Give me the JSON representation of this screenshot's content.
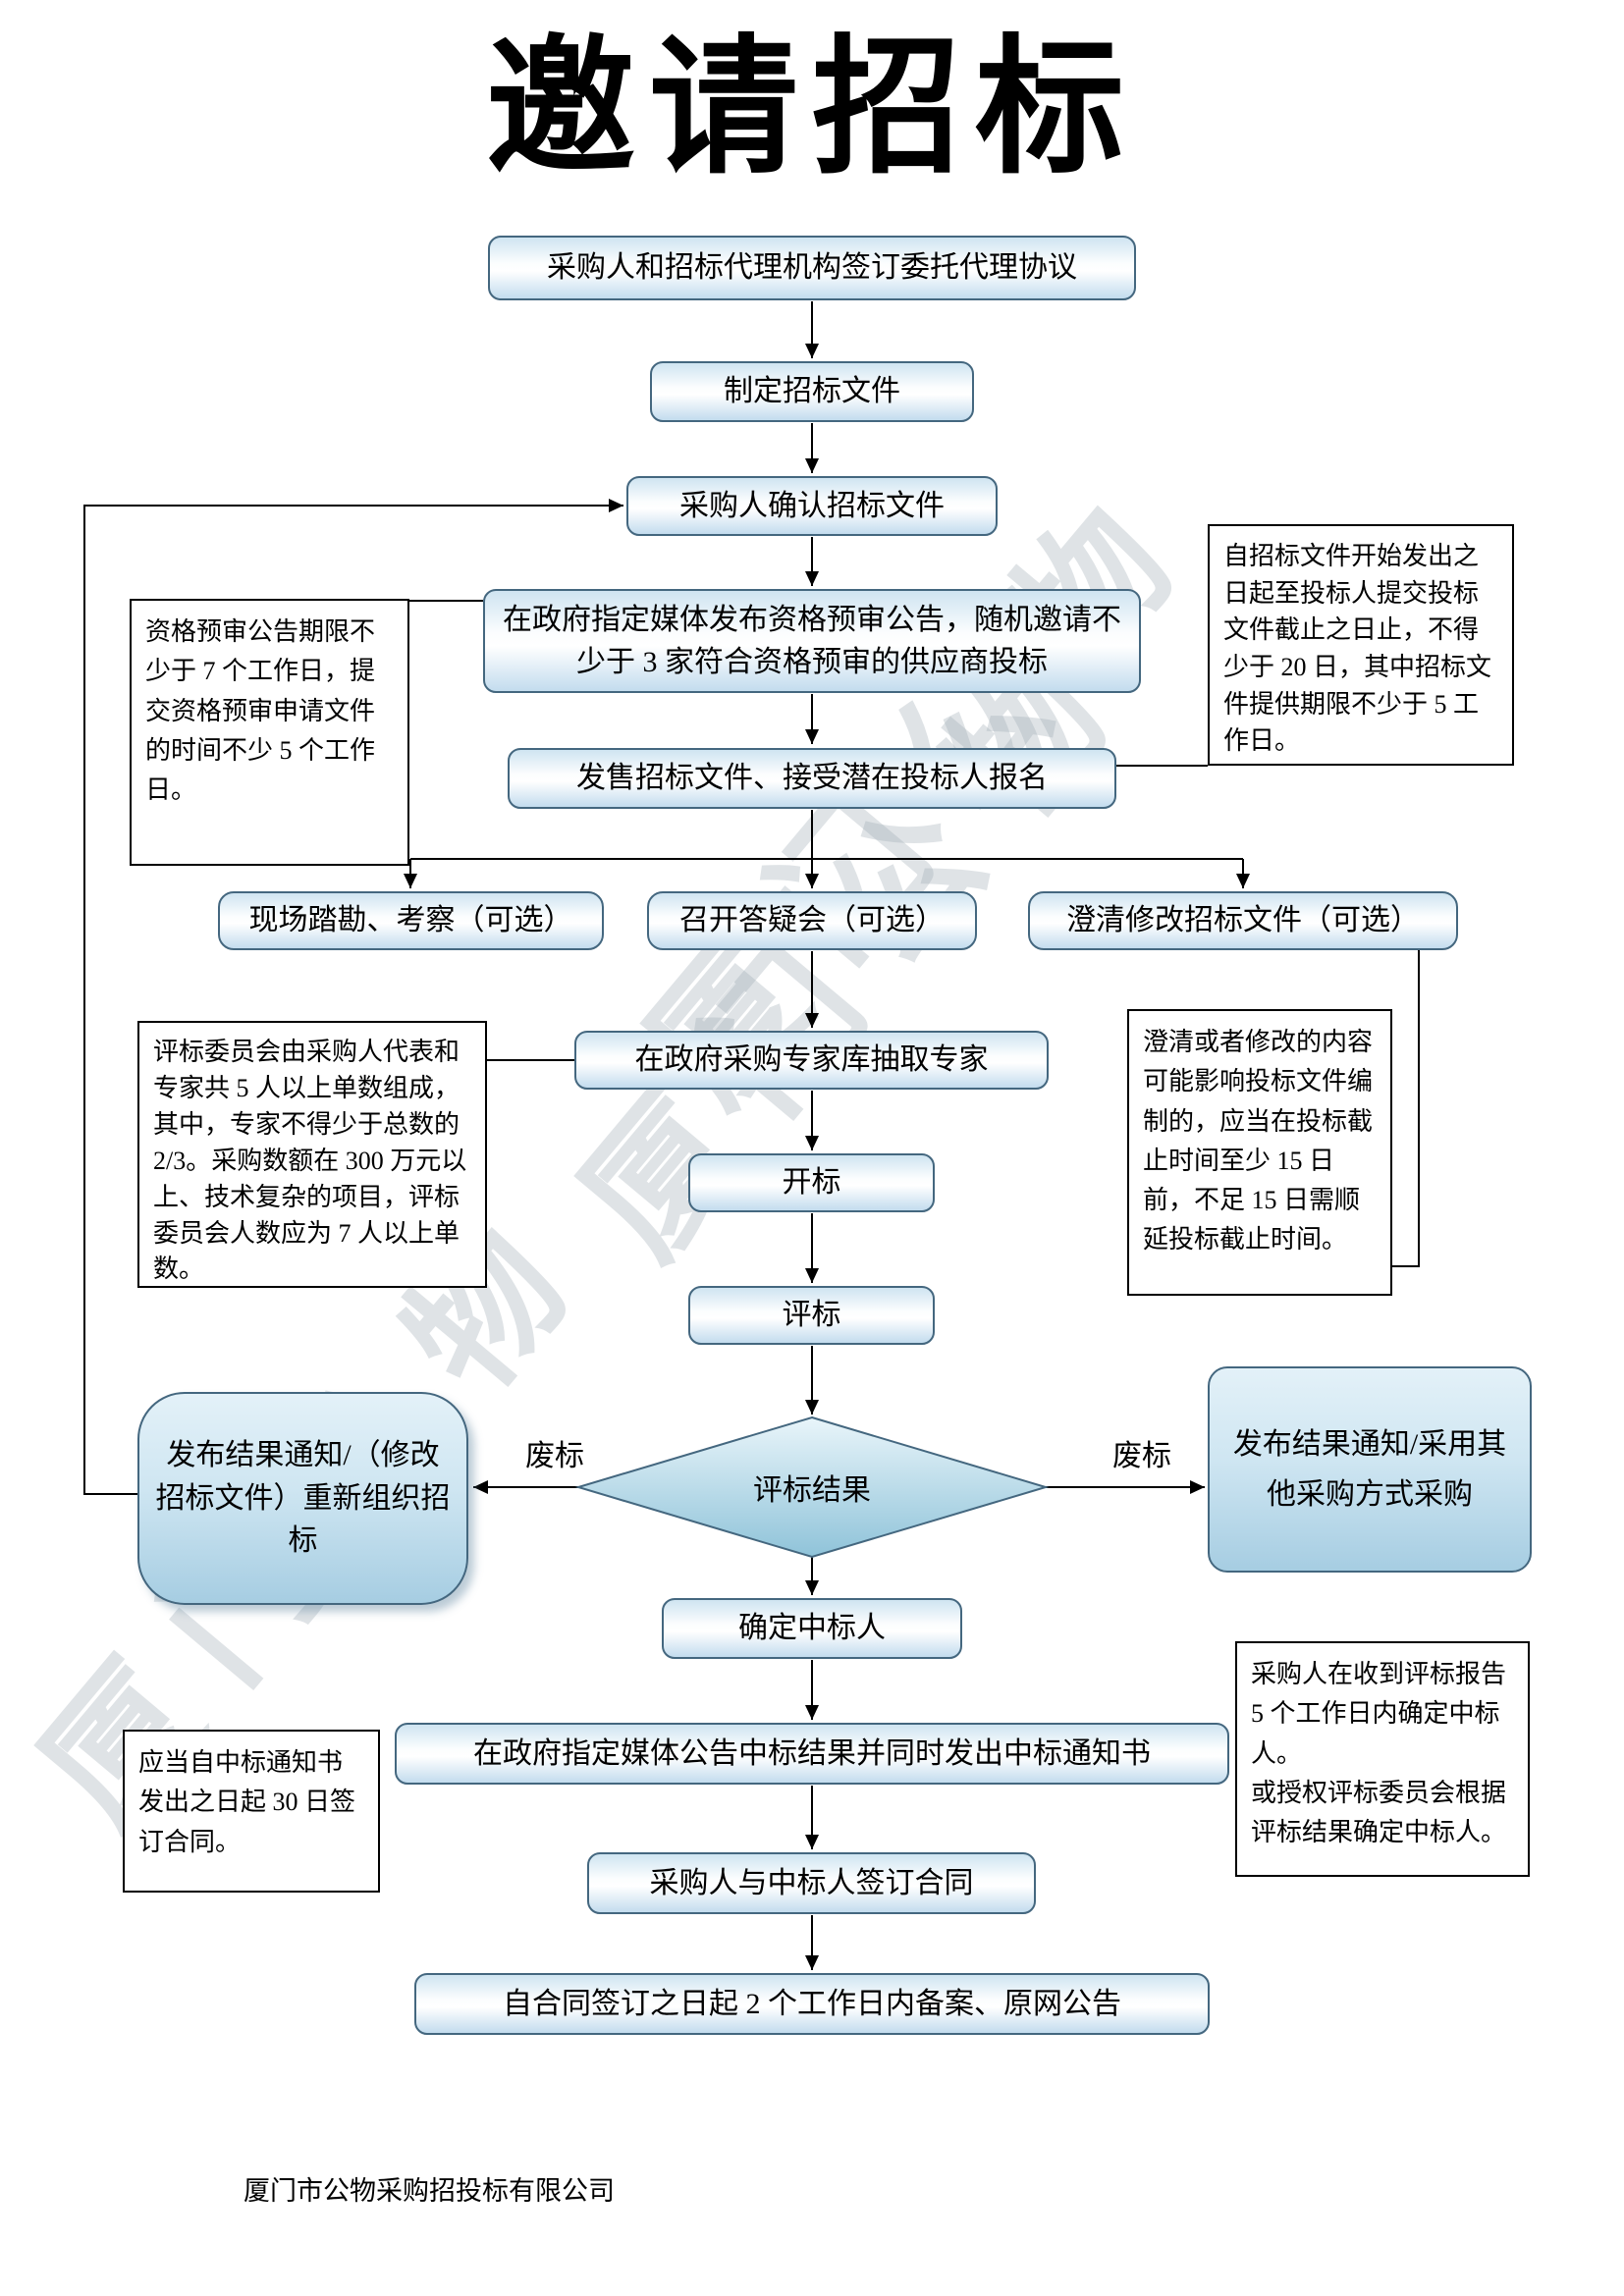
{
  "title": "邀请招标",
  "watermark": {
    "line1": "厦门公物　厦门公物",
    "line2": "厦门公物"
  },
  "nodes": {
    "sign_agency": "采购人和招标代理机构签订委托代理协议",
    "prepare_docs": "制定招标文件",
    "confirm_docs": "采购人确认招标文件",
    "publish_prequalification": "在政府指定媒体发布资格预审公告，随机邀请不少于 3 家符合资格预审的供应商投标",
    "sell_docs": "发售招标文件、接受潜在投标人报名",
    "site_survey": "现场踏勘、考察（可选）",
    "qa_meeting": "召开答疑会（可选）",
    "clarify_docs": "澄清修改招标文件（可选）",
    "draw_experts": "在政府采购专家库抽取专家",
    "bid_opening": "开标",
    "bid_evaluation": "评标",
    "evaluation_result": "评标结果",
    "republish": "发布结果通知/（修改招标文件）重新组织招标",
    "other_method": "发布结果通知/采用其他采购方式采购",
    "determine_winner": "确定中标人",
    "announce_result": "在政府指定媒体公告中标结果并同时发出中标通知书",
    "sign_contract": "采购人与中标人签订合同",
    "filing": "自合同签订之日起 2 个工作日内备案、原网公告"
  },
  "edge_labels": {
    "fail_left": "废标",
    "fail_right": "废标"
  },
  "notes": {
    "prequalification_period": "资格预审公告期限不少于 7 个工作日，提交资格预审申请文件的时间不少 5 个工作日。",
    "doc_issue_period": "自招标文件开始发出之日起至投标人提交投标文件截止之日止，不得少于 20 日，其中招标文件提供期限不少于 5 工作日。",
    "evaluation_committee": "评标委员会由采购人代表和专家共 5 人以上单数组成，其中，专家不得少于总数的 2/3。采购数额在 300 万元以上、技术复杂的项目，评标委员会人数应为 7 人以上单数。",
    "clarify_rule": "澄清或者修改的内容可能影响投标文件编制的，应当在投标截止时间至少 15 日前，不足 15 日需顺延投标截止时间。",
    "contract_deadline": "应当自中标通知书发出之日起 30 日签订合同。",
    "winner_rule_1": "采购人在收到评标报告 5 个工作日内确定中标人。",
    "winner_rule_2": "或授权评标委员会根据评标结果确定中标人。"
  },
  "footer": "厦门市公物采购招投标有限公司"
}
